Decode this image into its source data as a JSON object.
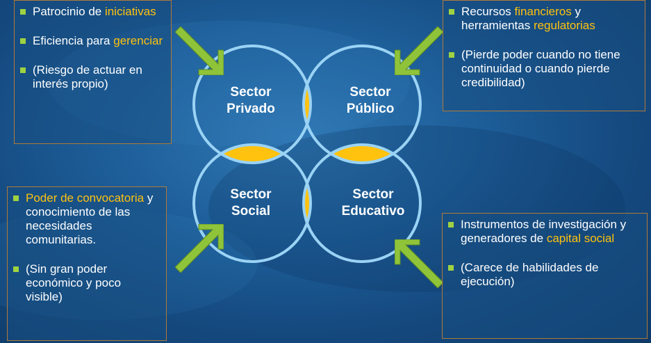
{
  "sectors": {
    "privado": {
      "line1": "Sector",
      "line2": "Privado"
    },
    "publico": {
      "line1": "Sector",
      "line2": "Público"
    },
    "social": {
      "line1": "Sector",
      "line2": "Social"
    },
    "educativo": {
      "line1": "Sector",
      "line2": "Educativo"
    }
  },
  "boxes": {
    "top_left": [
      {
        "parts": [
          "Patrocinio de ",
          "iniciativas"
        ]
      },
      {
        "parts": [
          "Eficiencia para ",
          "gerenciar"
        ]
      },
      {
        "parts": [
          "(Riesgo de actuar en interés propio)"
        ]
      }
    ],
    "top_right": [
      {
        "parts": [
          "Recursos ",
          "financieros",
          " y herramientas ",
          "regulatorias"
        ]
      },
      {
        "parts": [
          "(Pierde poder cuando no tiene continuidad o cuando pierde credibilidad)"
        ]
      }
    ],
    "bottom_left": [
      {
        "parts": [
          "Poder de convocatoria",
          " y conocimiento de las necesidades comunitarias."
        ]
      },
      {
        "parts": [
          "(Sin gran poder económico y poco visible)"
        ]
      }
    ],
    "bottom_right": [
      {
        "parts": [
          "Instrumentos de investigación y generadores de ",
          "capital social"
        ]
      },
      {
        "parts": [
          "(Carece de habilidades de ejecución)"
        ]
      }
    ]
  },
  "colors": {
    "highlight": "#ffc20e",
    "petal": "#ffc20e",
    "circle_stroke": "#9ad3f5",
    "bullet": "#9fd241",
    "arrow": "#8fc43a",
    "box_border": "#b07a3a"
  }
}
